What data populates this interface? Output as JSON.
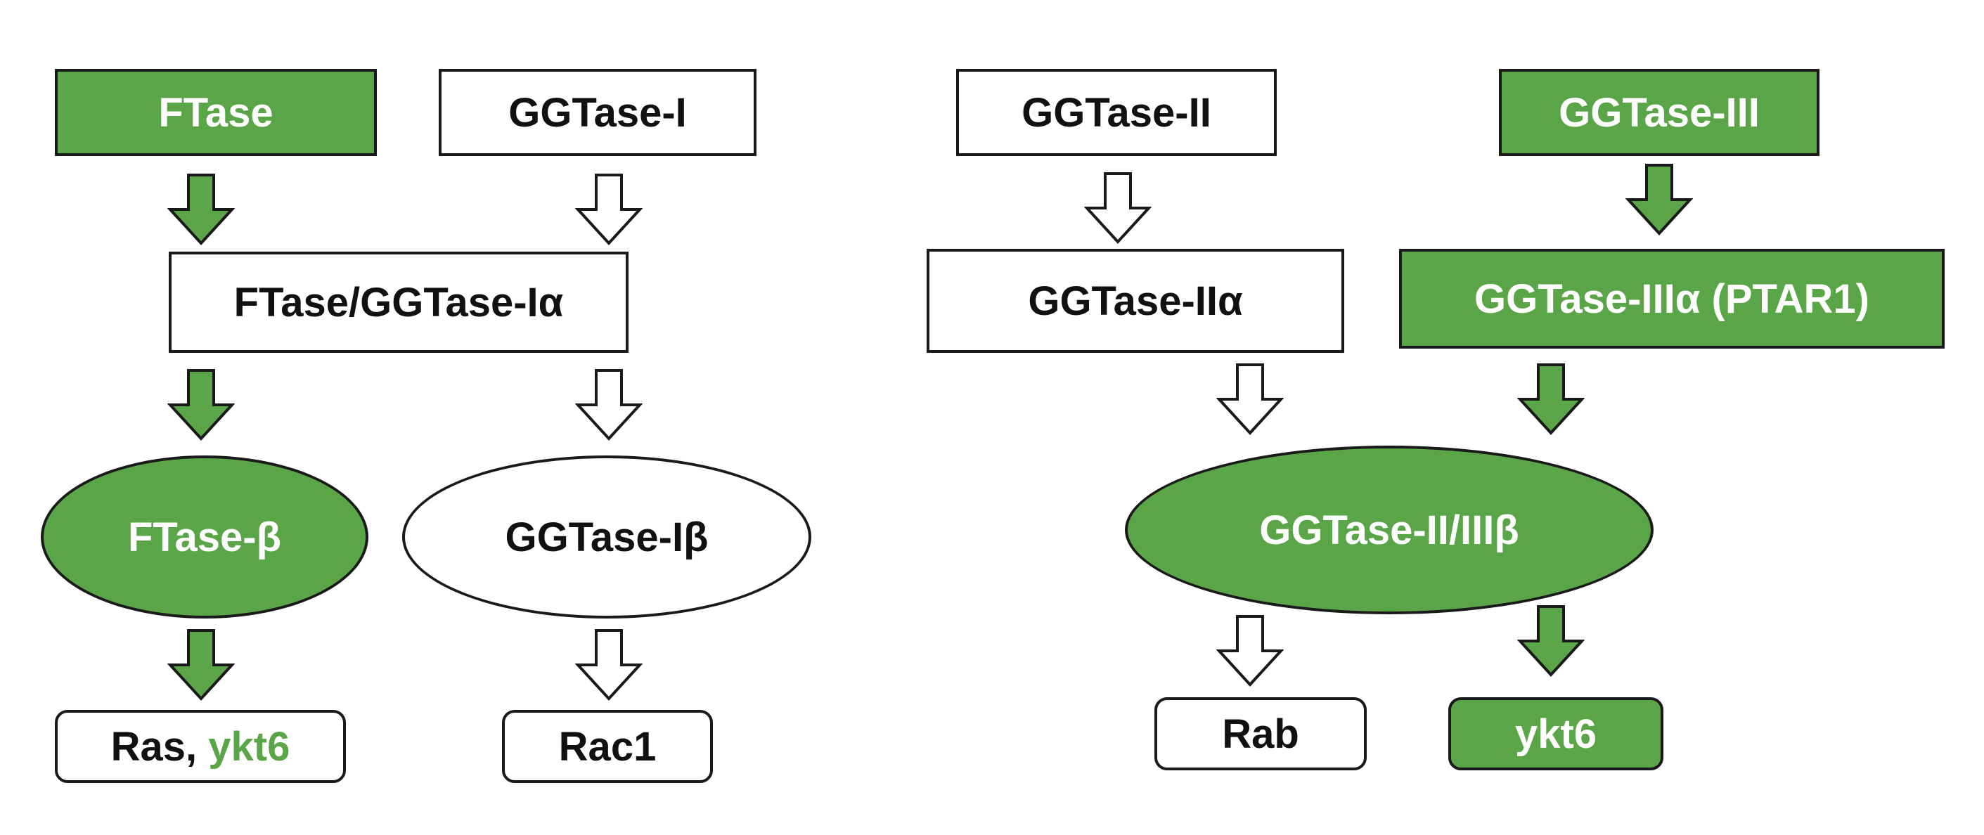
{
  "colors": {
    "green_fill": "#5aa547",
    "outline": "#1a1a1a",
    "white_fill": "#ffffff"
  },
  "left_panel": {
    "ftase": {
      "label": "FTase",
      "fill": "green"
    },
    "ggtase_i": {
      "label": "GGTase-I",
      "fill": "white"
    },
    "ftase_ggtase_i_alpha": {
      "label": "FTase/GGTase-Iα",
      "fill": "white"
    },
    "ftase_beta": {
      "label": "FTase-β",
      "fill": "green"
    },
    "ggtase_i_beta": {
      "label": "GGTase-Iβ",
      "fill": "white"
    },
    "substrate_ras": {
      "label": "Ras,",
      "highlight": "ykt6",
      "fill": "white"
    },
    "substrate_rac1": {
      "label": "Rac1",
      "fill": "white"
    }
  },
  "right_panel": {
    "ggtase_ii": {
      "label": "GGTase-II",
      "fill": "white"
    },
    "ggtase_iii": {
      "label": "GGTase-III",
      "fill": "green"
    },
    "ggtase_ii_alpha": {
      "label": "GGTase-IIα",
      "fill": "white"
    },
    "ggtase_iii_alpha": {
      "label": "GGTase-IIIα (PTAR1)",
      "fill": "green"
    },
    "ggtase_ii_iii_beta": {
      "label": "GGTase-II/IIIβ",
      "fill": "green"
    },
    "substrate_rab": {
      "label": "Rab",
      "fill": "white"
    },
    "substrate_ykt6": {
      "label": "ykt6",
      "fill": "green"
    }
  },
  "edges": [
    {
      "from": "FTase",
      "to": "FTase/GGTase-Iα",
      "style": "filled-green"
    },
    {
      "from": "GGTase-I",
      "to": "FTase/GGTase-Iα",
      "style": "hollow"
    },
    {
      "from": "FTase/GGTase-Iα",
      "to": "FTase-β",
      "style": "filled-green"
    },
    {
      "from": "FTase/GGTase-Iα",
      "to": "GGTase-Iβ",
      "style": "hollow"
    },
    {
      "from": "FTase-β",
      "to": "Ras, ykt6",
      "style": "filled-green"
    },
    {
      "from": "GGTase-Iβ",
      "to": "Rac1",
      "style": "hollow"
    },
    {
      "from": "GGTase-II",
      "to": "GGTase-IIα",
      "style": "hollow"
    },
    {
      "from": "GGTase-III",
      "to": "GGTase-IIIα (PTAR1)",
      "style": "filled-green"
    },
    {
      "from": "GGTase-IIα",
      "to": "GGTase-II/IIIβ",
      "style": "hollow"
    },
    {
      "from": "GGTase-IIIα (PTAR1)",
      "to": "GGTase-II/IIIβ",
      "style": "filled-green"
    },
    {
      "from": "GGTase-II/IIIβ",
      "to": "Rab",
      "style": "hollow"
    },
    {
      "from": "GGTase-II/IIIβ",
      "to": "ykt6",
      "style": "filled-green"
    }
  ]
}
